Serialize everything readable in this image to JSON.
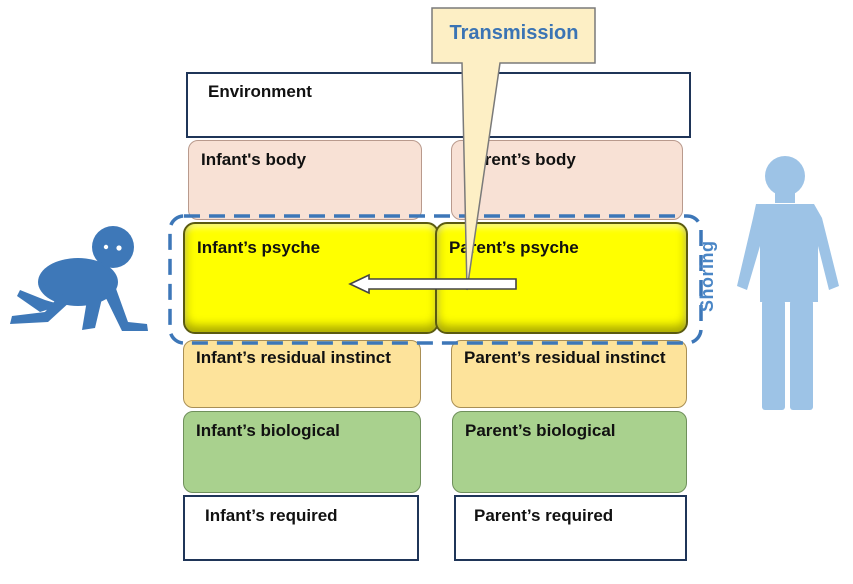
{
  "environment": "Environment",
  "infant": {
    "body": "Infant's body",
    "psyche": "Infant’s psyche",
    "residual": "Infant’s residual instinct",
    "biological": "Infant’s biological",
    "required": "Infant’s required"
  },
  "parent": {
    "body": "Parent’s body",
    "psyche": "Parent’s psyche",
    "residual": "Parent’s residual instinct",
    "biological": "Parent’s biological",
    "required": "Parent’s required"
  },
  "transmission": "Transmission",
  "shoring": "Shoring",
  "colors": {
    "body": "#f8e1d5",
    "psyche": "#ffff00",
    "residual": "#fde39b",
    "biological": "#a9d18e",
    "callout": "#fdefc5",
    "dashed": "#3d77b8",
    "infant_figure": "#3e78b8",
    "parent_figure": "#9dc3e6"
  },
  "icons": [
    "crawling-baby-icon",
    "standing-person-icon",
    "left-arrow-icon"
  ]
}
